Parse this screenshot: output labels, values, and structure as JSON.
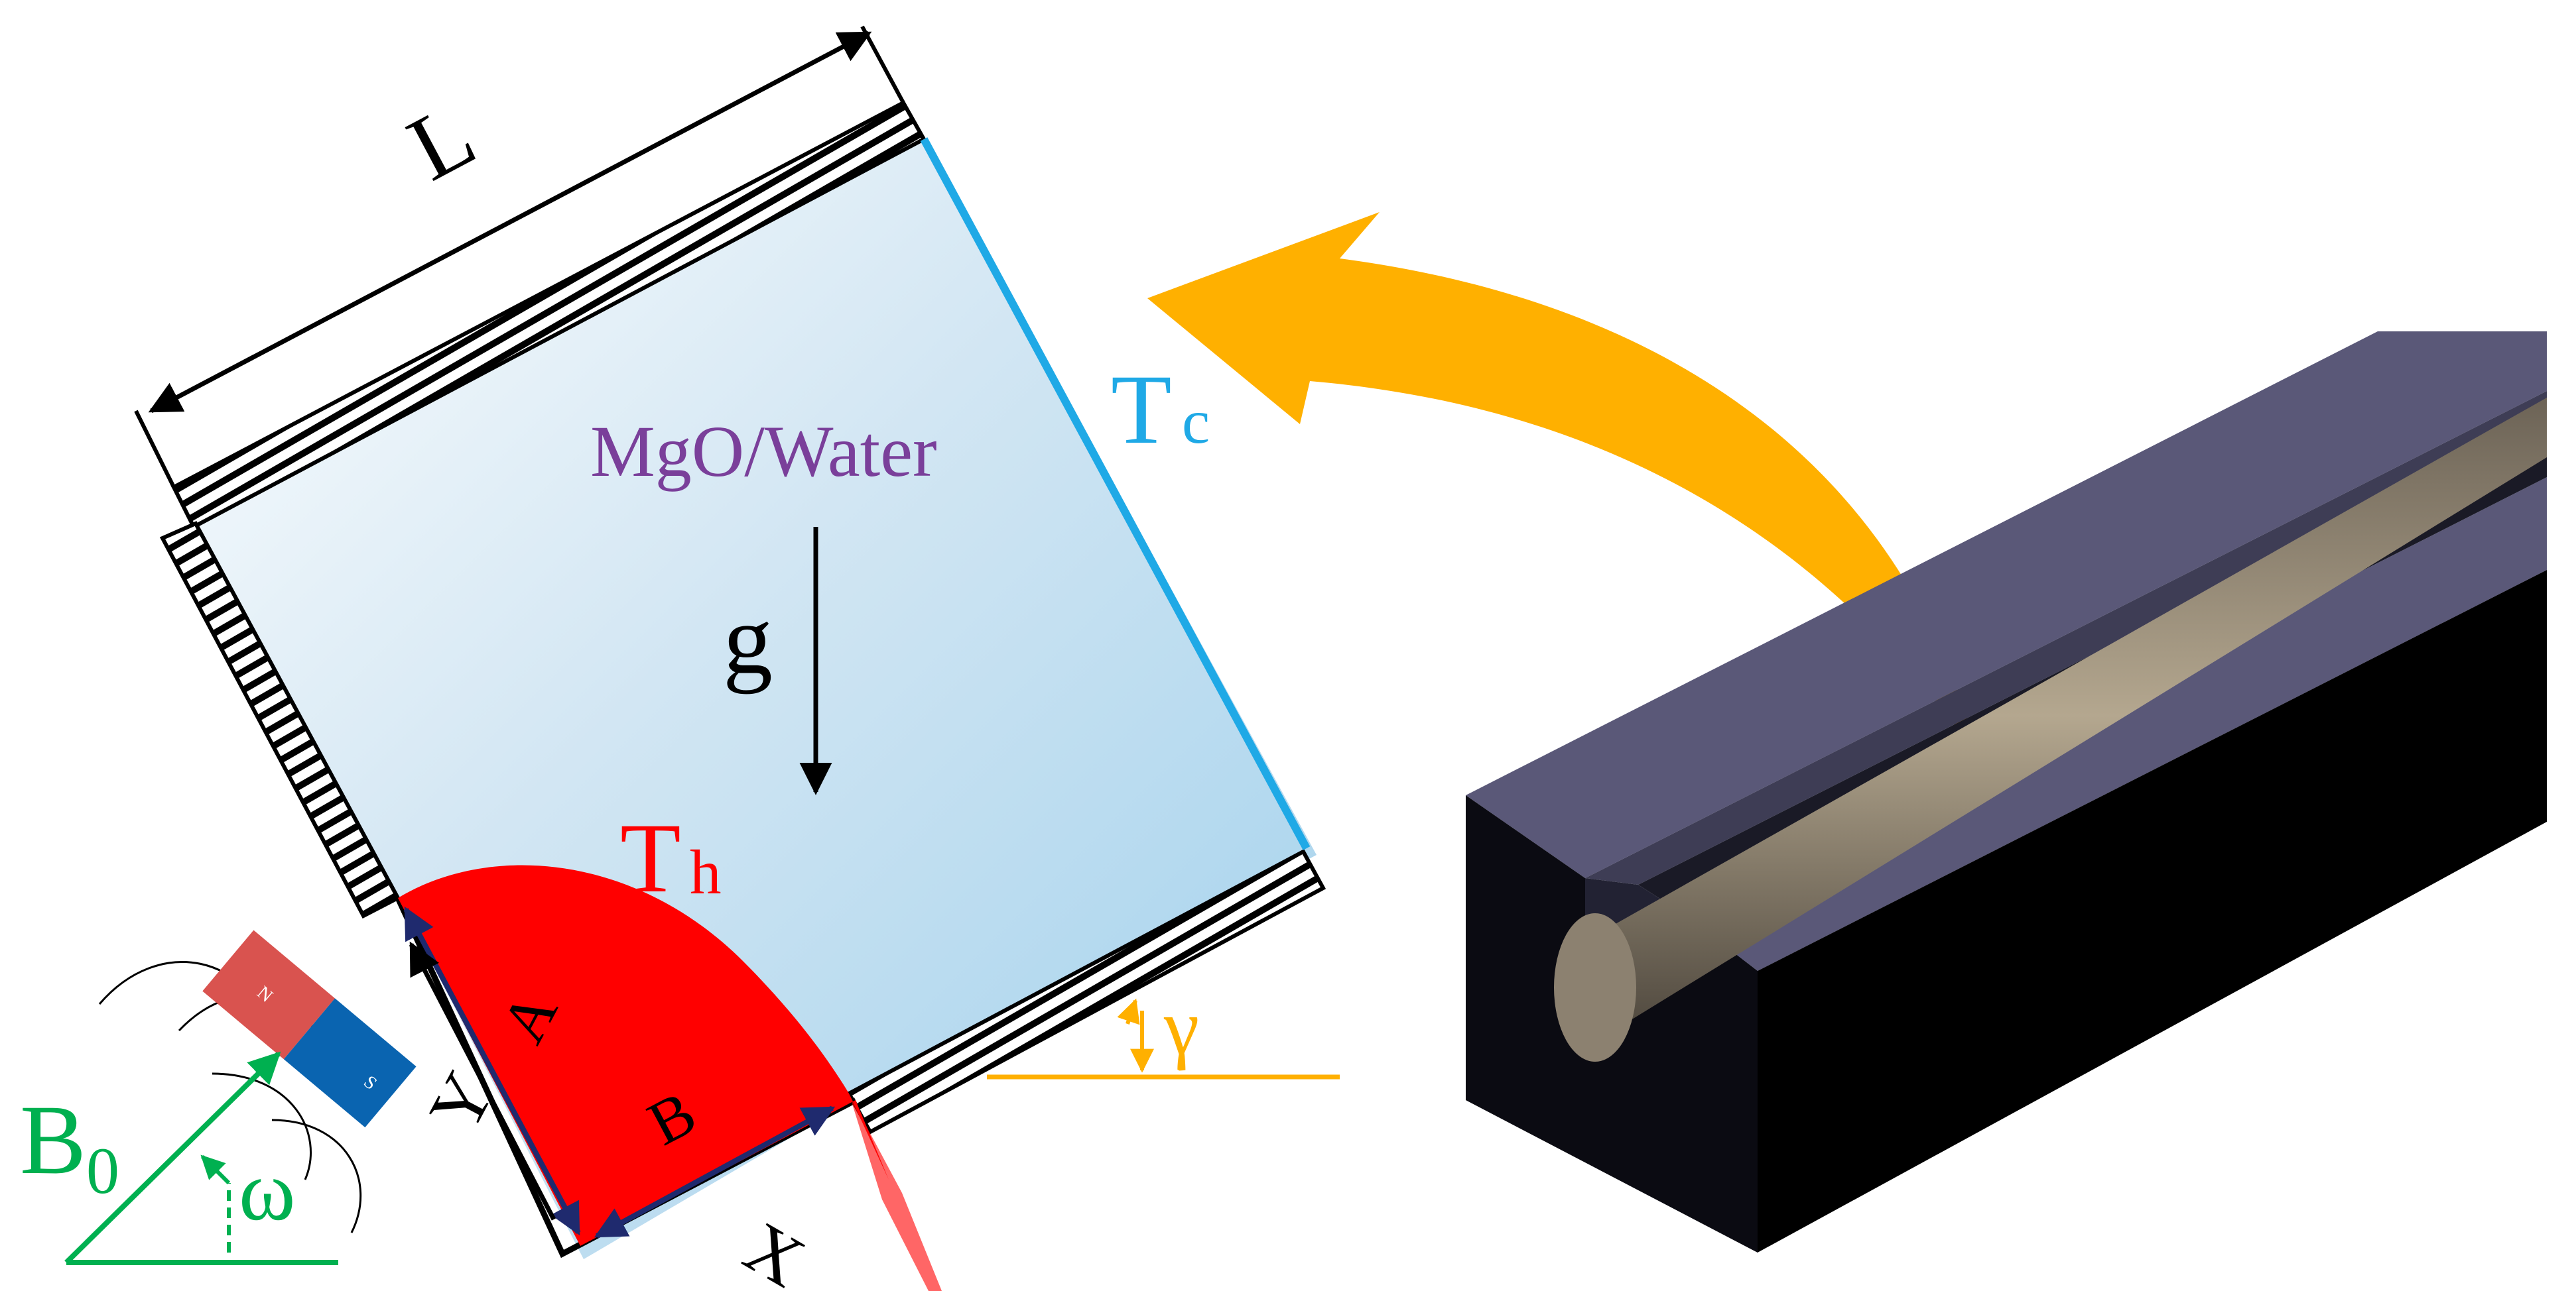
{
  "labels": {
    "length": "L",
    "fluid": "MgO/Water",
    "gravity": "g",
    "cold_temp_main": "T",
    "cold_temp_sub": "c",
    "hot_temp_main": "T",
    "hot_temp_sub": "h",
    "axis_a": "A",
    "axis_b": "B",
    "axis_x": "X",
    "axis_y": "Y",
    "tilt_angle": "γ",
    "field_main": "B",
    "field_sub": "0",
    "field_angle": "ω",
    "magnet_north": "N",
    "magnet_south": "S"
  },
  "colors": {
    "cold_wall": "#1fa9e6",
    "hot_wall": "#ff0000",
    "fluid_text": "#7a3f9a",
    "orange": "#ffb000",
    "field_green": "#00b050",
    "magnet_north": "#d9534f",
    "magnet_south": "#0a64b0",
    "navy": "#1f2a6e",
    "block_top": "#5a5878",
    "rod": "#8c8170"
  }
}
